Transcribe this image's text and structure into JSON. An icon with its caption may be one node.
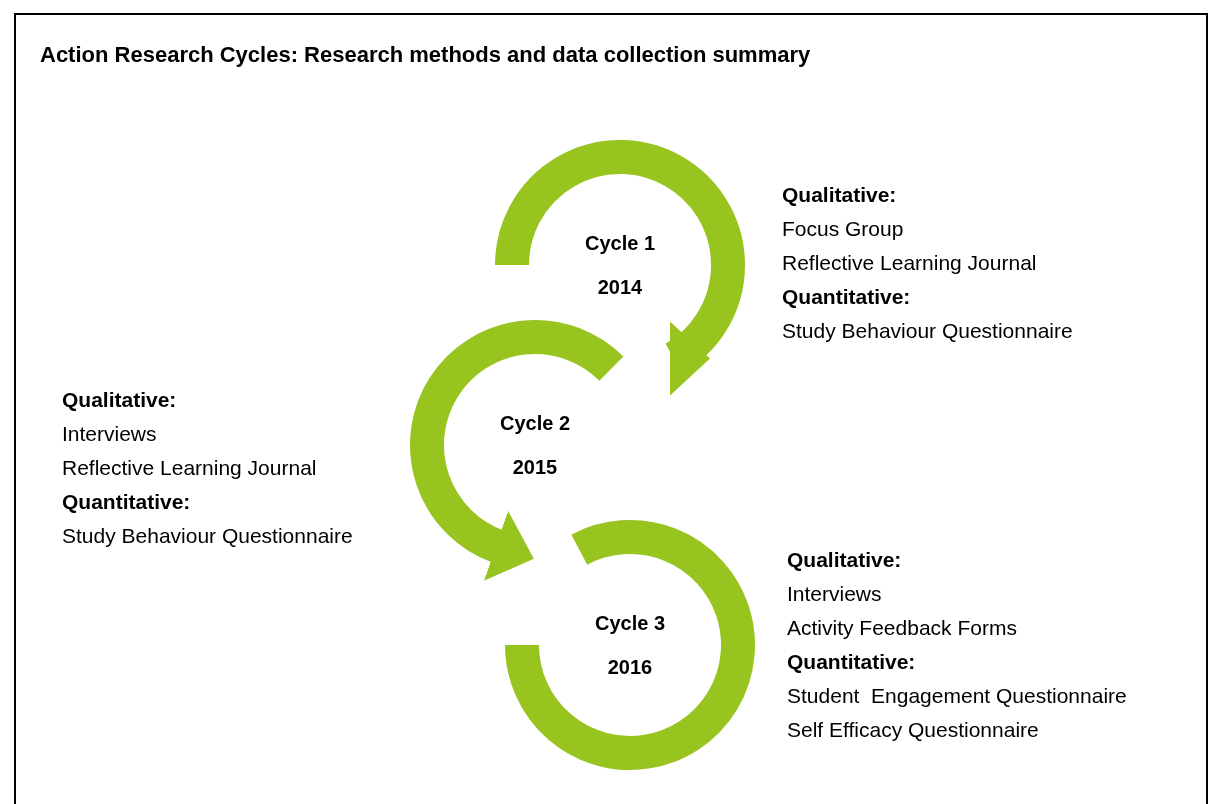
{
  "diagram": {
    "title": "Action Research Cycles: Research methods and data collection summary",
    "nodes": [
      {
        "text": [
          "Cycle 1",
          "2014"
        ],
        "beside": [
          "Qualitative:",
          "Focus Group",
          "Reflective Learning Journal",
          "Quantitative:",
          "Study Behaviour Questionnaire"
        ]
      },
      {
        "text": [
          "Cycle 2",
          "2015"
        ],
        "beside": [
          "Qualitative:",
          "Interviews",
          "Reflective Learning Journal",
          "Quantitative:",
          "Study Behaviour Questionnaire"
        ]
      },
      {
        "text": [
          "Cycle 3",
          "2016"
        ],
        "beside": [
          "Qualitative:",
          "Interviews",
          "Activity Feedback Forms",
          "Quantitative:",
          "Student  Engagement Questionnaire",
          "Self Efficacy Questionnaire"
        ]
      }
    ],
    "edges": [
      {
        "from": 0,
        "to": 1,
        "arrow": "to"
      },
      {
        "from": 1,
        "to": 2,
        "arrow": "to"
      }
    ]
  }
}
